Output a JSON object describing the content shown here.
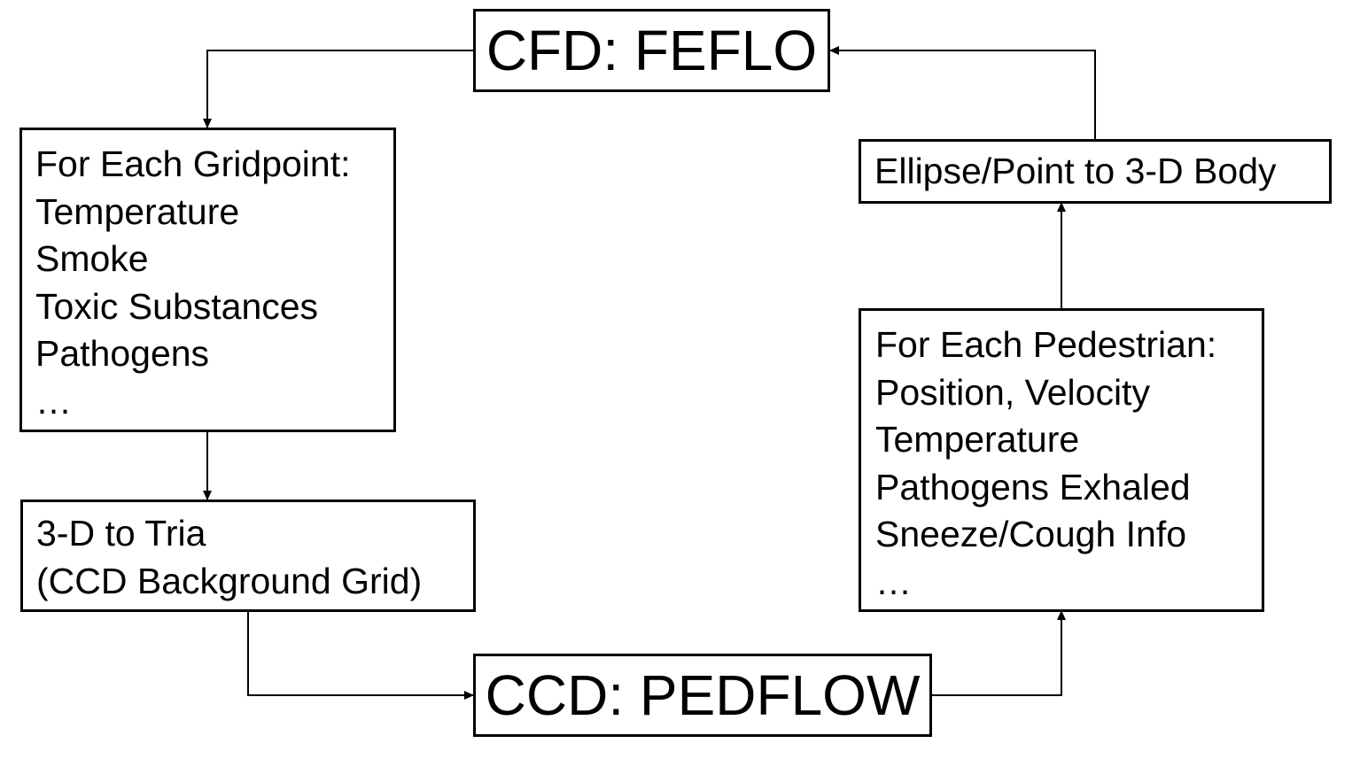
{
  "diagram": {
    "cfd_box": {
      "label": "CFD: FEFLO"
    },
    "ccd_box": {
      "label": "CCD: PEDFLOW"
    },
    "gridpoint_box": {
      "lines": [
        "For Each Gridpoint:",
        "Temperature",
        "Smoke",
        "Toxic Substances",
        "Pathogens",
        "…"
      ]
    },
    "tria_box": {
      "lines": [
        "3-D to Tria",
        "(CCD Background Grid)"
      ]
    },
    "ellipse_box": {
      "label": "Ellipse/Point to 3-D Body"
    },
    "pedestrian_box": {
      "lines": [
        "For Each Pedestrian:",
        "Position, Velocity",
        "Temperature",
        "Pathogens Exhaled",
        "Sneeze/Cough Info",
        "…"
      ]
    }
  }
}
